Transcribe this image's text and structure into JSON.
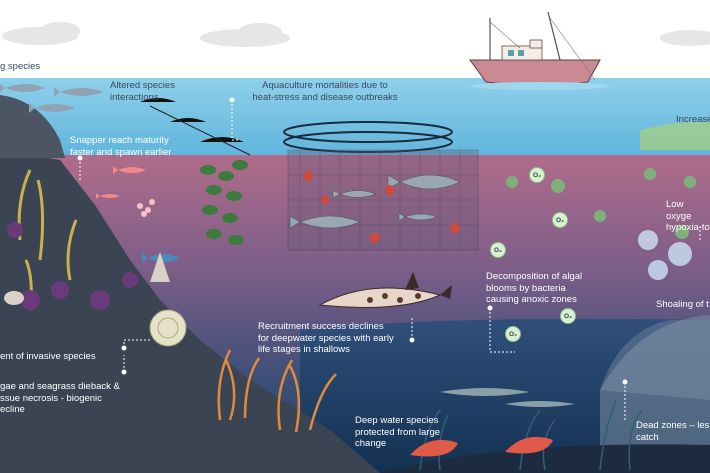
{
  "labels": {
    "species_partial": "g species",
    "altered_interactions": "Altered species\ninteractions",
    "aquaculture": "Aquaculture mortalities due to\nheat-stress and disease outbreaks",
    "increase_partial": "Increase",
    "snapper": "Snapper reach maturity\nfaster and spawn earlier",
    "low_oxygen": "Low oxyge\nhypoxia-to",
    "decomposition": "Decomposition of algal\nblooms by bacteria\ncausing anoxic zones",
    "shoaling": "Shoaling of t",
    "recruitment": "Recruitment success declines\nfor deepwater species with early\nlife stages in shallows",
    "invasive": "ent of invasive species",
    "dieback": "gae and seagrass dieback &\nssue necrosis -  biogenic\necline",
    "deep_water": "Deep water species\nprotected from large\nchange",
    "dead_zones": "Dead zones – les\ncatch"
  },
  "o2_text": "O₂",
  "colors": {
    "sky": "#ffffff",
    "surface_water": "#7fc6e4",
    "upper_water": "#9a6a8e",
    "deep_water": "#1f3f66",
    "seafloor": "#2e3b4a",
    "label_text": "#ffffff",
    "label_text_dark": "#394a5c",
    "boat_hull": "#c98a94",
    "fish": "#8fa3b5",
    "kelp": "#2e6b3e",
    "coral": "#e08a3c",
    "shrimp": "#e05a4a",
    "virus": "#d04a3a"
  },
  "icons": [
    "fishing-boat-icon",
    "sea-pen-icon",
    "fish-icon",
    "shark-icon",
    "shrimp-icon",
    "virus-icon",
    "oxygen-bubble-icon",
    "jellyfish-icon",
    "kelp-icon",
    "coral-icon",
    "snail-icon",
    "cloud-icon"
  ]
}
